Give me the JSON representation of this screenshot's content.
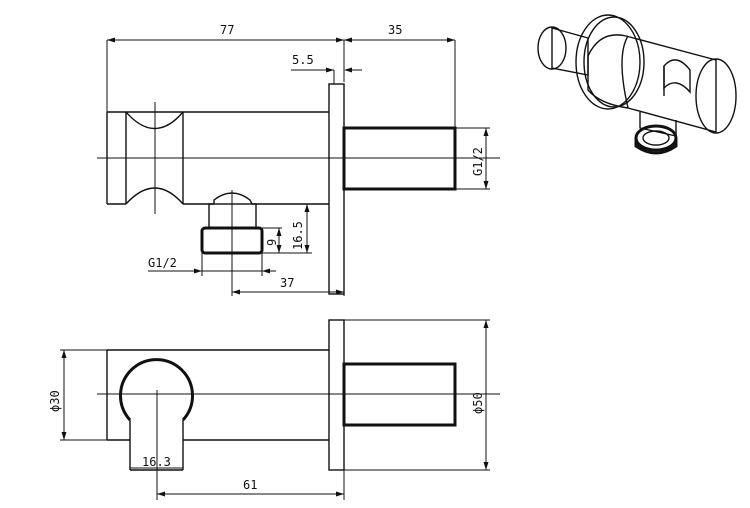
{
  "drawing": {
    "dimensions": {
      "overall_length": "77",
      "connector_length": "35",
      "plate_thickness": "5.5",
      "outlet_thread": "G1/2",
      "inlet_thread": "G1/2",
      "outlet_height": "16.5",
      "thread_length": "9",
      "outlet_offset": "37",
      "body_diameter": "ϕ30",
      "plate_diameter": "ϕ50",
      "holder_width": "16.3",
      "holder_offset": "61"
    }
  }
}
